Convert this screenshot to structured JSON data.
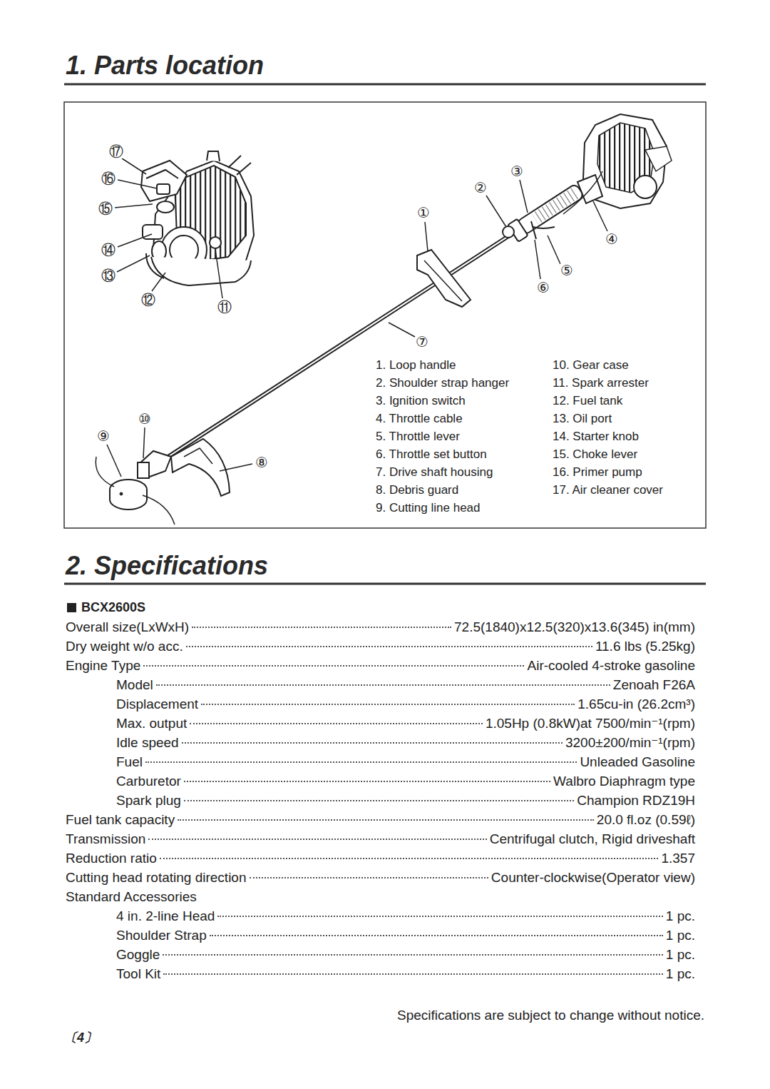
{
  "diagram": {
    "title": "1. Parts location",
    "labels": [
      "①",
      "②",
      "③",
      "④",
      "⑤",
      "⑥",
      "⑦",
      "⑧",
      "⑨",
      "⑩",
      "⑪",
      "⑫",
      "⑬",
      "⑭",
      "⑮",
      "⑯",
      "⑰",
      "1. Loop handle",
      "2. Shoulder strap hanger",
      "3. Ignition switch",
      "4. Throttle cable",
      "5. Throttle lever",
      "6. Throttle set button",
      "7. Drive shaft housing",
      "8. Debris guard",
      "9. Cutting line head",
      "10. Gear case",
      "11. Spark arrester",
      "12. Fuel tank",
      "13. Oil port",
      "14. Starter knob",
      "15. Choke lever",
      "16. Primer pump",
      "17. Air cleaner cover",
      "2. Specifications",
      "BCX2600S",
      "Overall size(LxWxH)",
      "72.5(1840)x12.5(320)x13.6(345) in(mm)",
      "Dry weight w/o acc.",
      "11.6 lbs (5.25kg)",
      "Engine Type",
      "Air-cooled 4-stroke gasoline",
      "Model",
      "Zenoah F26A",
      "Displacement",
      "1.65cu-in (26.2cm³)",
      "Max. output",
      "1.05Hp (0.8kW)at 7500/min⁻¹(rpm)",
      "Idle speed",
      "3200±200/min⁻¹(rpm)",
      "Fuel",
      "Unleaded Gasoline",
      "Carburetor",
      "Walbro Diaphragm type",
      "Spark plug",
      "Champion RDZ19H",
      "Fuel tank capacity",
      "20.0 fl.oz (0.59ℓ)",
      "Transmission",
      "Centrifugal clutch, Rigid driveshaft",
      "Reduction ratio",
      "1.357",
      "Cutting head rotating direction",
      "Counter-clockwise(Operator view)",
      "Standard Accessories",
      "4 in. 2-line Head",
      "1 pc.",
      "Shoulder Strap",
      "1 pc.",
      "Goggle",
      "1 pc.",
      "Tool Kit",
      "1 pc.",
      "Specifications are subject to change without notice.",
      "〔4〕"
    ]
  }
}
